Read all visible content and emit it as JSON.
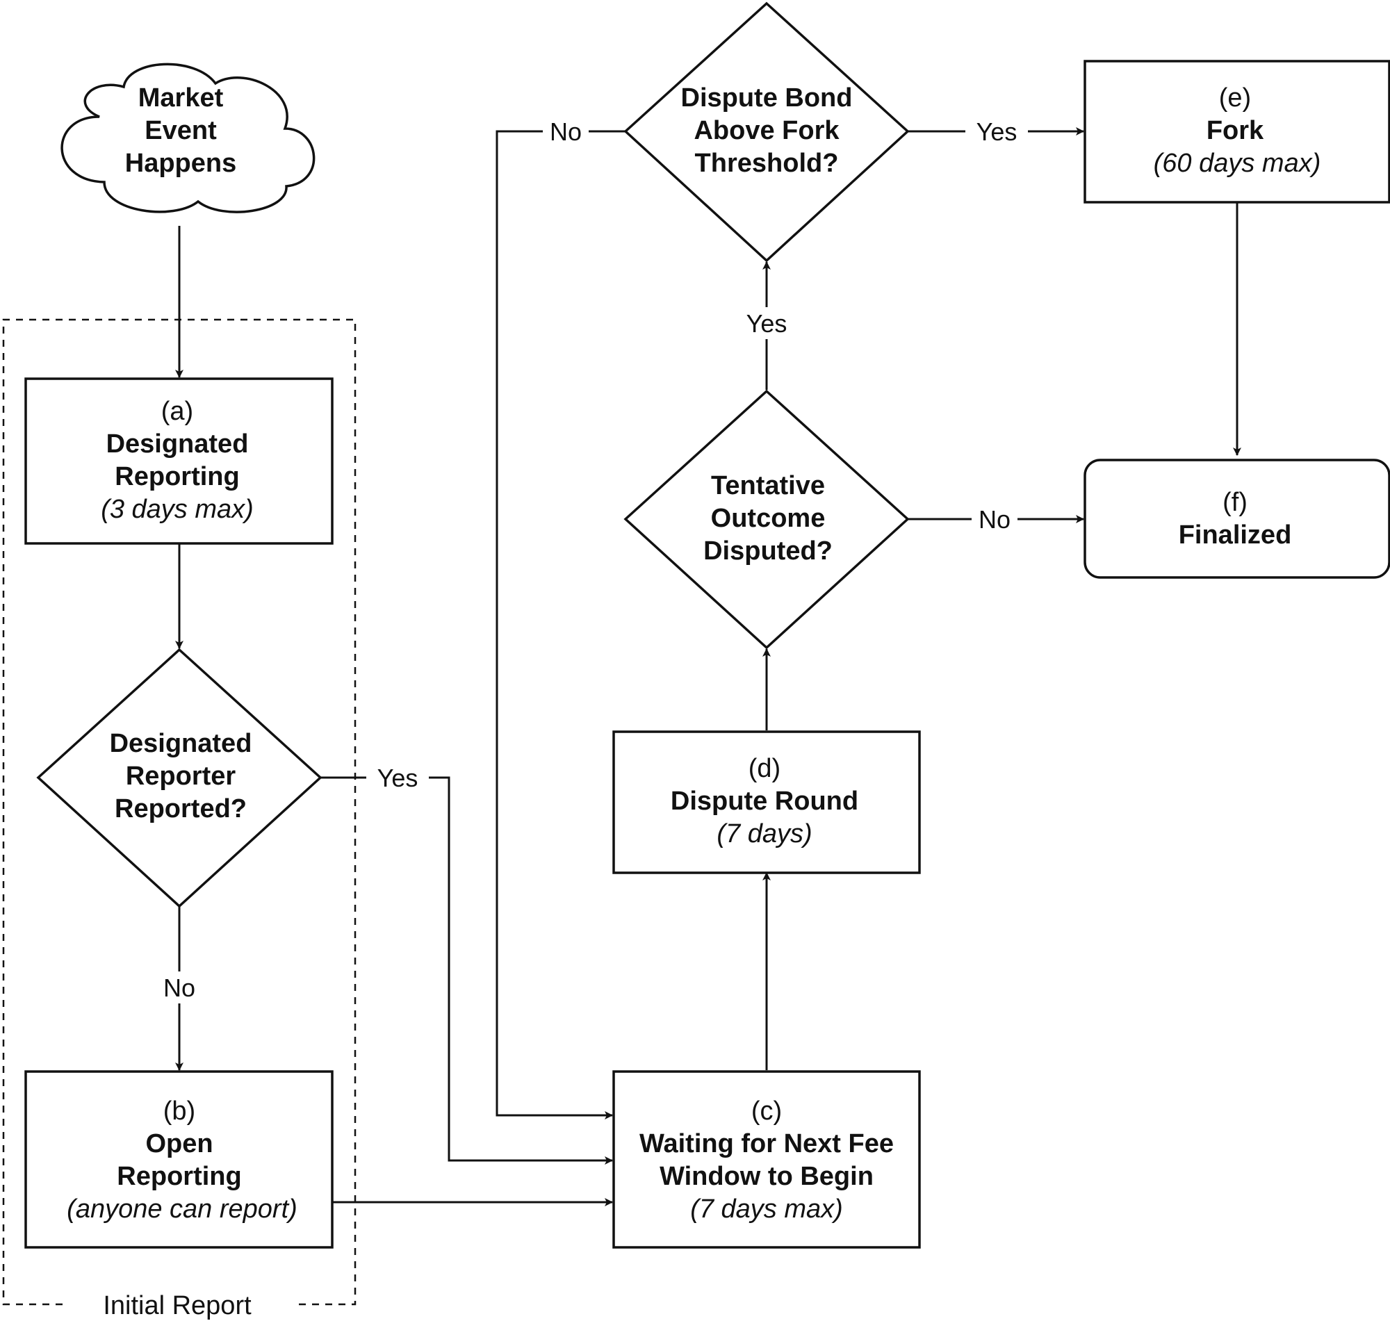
{
  "group": {
    "label": "Initial Report"
  },
  "nodes": {
    "market_event": {
      "lines": [
        "Market",
        "Event",
        "Happens"
      ]
    },
    "a": {
      "tag": "(a)",
      "title": [
        "Designated",
        "Reporting"
      ],
      "note": "(3 days max)"
    },
    "dr_decision": {
      "lines": [
        "Designated",
        "Reporter",
        "Reported?"
      ]
    },
    "b": {
      "tag": "(b)",
      "title": [
        "Open",
        "Reporting"
      ],
      "note": "(anyone can report)"
    },
    "c": {
      "tag": "(c)",
      "title": [
        "Waiting for Next Fee",
        "Window to Begin"
      ],
      "note": "(7 days max)"
    },
    "d": {
      "tag": "(d)",
      "title": [
        "Dispute Round"
      ],
      "note": "(7 days)"
    },
    "tentative_decision": {
      "lines": [
        "Tentative",
        "Outcome",
        "Disputed?"
      ]
    },
    "bond_decision": {
      "lines": [
        "Dispute Bond",
        "Above Fork",
        "Threshold?"
      ]
    },
    "e": {
      "tag": "(e)",
      "title": [
        "Fork"
      ],
      "note": "(60 days max)"
    },
    "f": {
      "tag": "(f)",
      "title": [
        "Finalized"
      ]
    }
  },
  "edge_labels": {
    "dr_yes": "Yes",
    "dr_no": "No",
    "tentative_yes": "Yes",
    "tentative_no": "No",
    "bond_yes": "Yes",
    "bond_no": "No"
  }
}
